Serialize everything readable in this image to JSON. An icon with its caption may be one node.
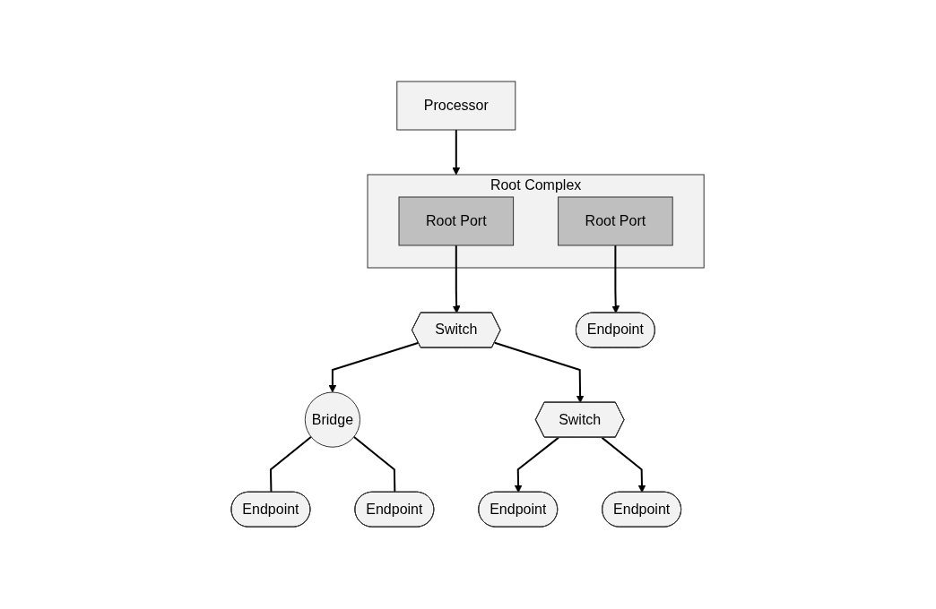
{
  "diagram": {
    "nodes": [
      {
        "text": [
          "Processor"
        ]
      },
      {
        "text": [
          "Root Complex"
        ]
      },
      {
        "text": [
          "Root Port"
        ],
        "in": 1
      },
      {
        "text": [
          "Root Port"
        ],
        "in": 1
      },
      {
        "text": [
          "Switch"
        ]
      },
      {
        "text": [
          "Bridge"
        ]
      },
      {
        "text": [
          "Endpoint"
        ]
      },
      {
        "text": [
          "Switch"
        ]
      },
      {
        "text": [
          "Endpoint"
        ]
      },
      {
        "text": [
          "Endpoint"
        ]
      },
      {
        "text": [
          "Endpoint"
        ]
      },
      {
        "text": [
          "Endpoint"
        ]
      }
    ],
    "edges": [
      {
        "from": 0,
        "to": 1,
        "arrow": "to"
      },
      {
        "from": 2,
        "to": 4,
        "arrow": "to"
      },
      {
        "from": 3,
        "to": 6,
        "arrow": "to"
      },
      {
        "from": 4,
        "to": 5,
        "arrow": "to"
      },
      {
        "from": 4,
        "to": 7,
        "arrow": "to"
      },
      {
        "from": 5,
        "to": 8,
        "arrow": "none"
      },
      {
        "from": 5,
        "to": 9,
        "arrow": "none"
      },
      {
        "from": 7,
        "to": 10,
        "arrow": "to"
      },
      {
        "from": 7,
        "to": 11,
        "arrow": "to"
      }
    ]
  }
}
